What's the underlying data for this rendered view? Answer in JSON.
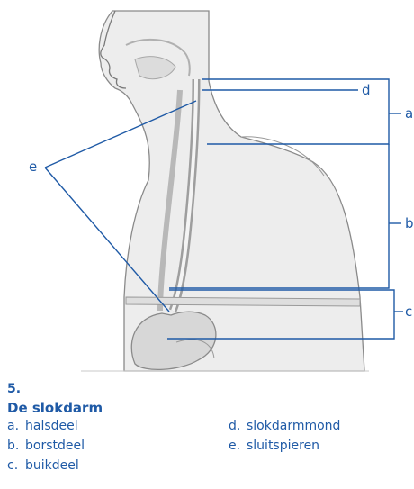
{
  "figure": {
    "labels": {
      "a": "a",
      "b": "b",
      "c": "c",
      "d": "d",
      "e": "e"
    }
  },
  "caption": {
    "number": "5.",
    "title": "De slokdarm",
    "legend": [
      {
        "key": "a.",
        "text": "halsdeel"
      },
      {
        "key": "b.",
        "text": "borstdeel"
      },
      {
        "key": "c.",
        "text": "buikdeel"
      },
      {
        "key": "d.",
        "text": "slokdarmmond"
      },
      {
        "key": "e.",
        "text": "sluitspieren"
      }
    ]
  },
  "colors": {
    "accent": "#1f5aa6",
    "body_fill": "#ececec",
    "body_outline": "#8c8c8c"
  }
}
